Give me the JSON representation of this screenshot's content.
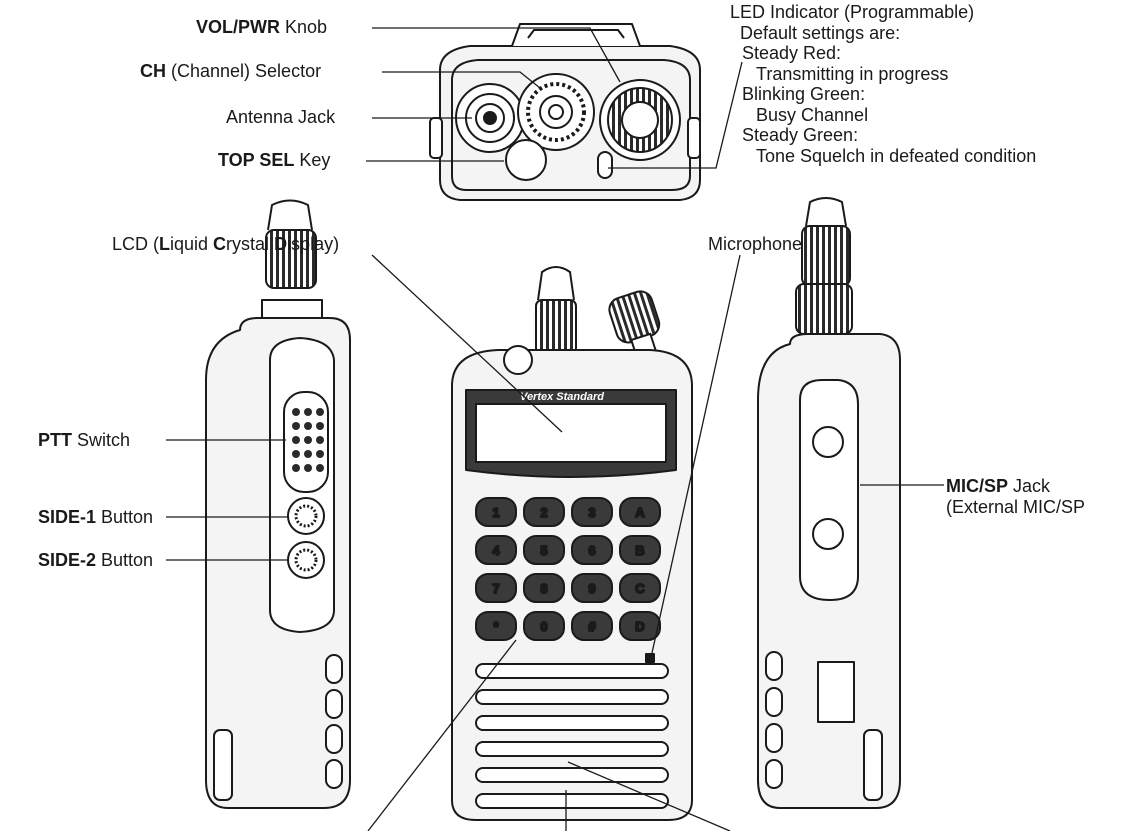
{
  "title": "",
  "labels": {
    "vol_pwr": {
      "bold": "VOL/PWR",
      "rest": " Knob"
    },
    "ch": {
      "bold": "CH",
      "rest": " (Channel) Selector"
    },
    "antenna": {
      "rest": "Antenna Jack"
    },
    "top_sel": {
      "bold": "TOP SEL",
      "rest": " Key"
    },
    "lcd": {
      "rest": "LCD (",
      "bold": "L",
      "rest2": "iquid ",
      "bold2": "C",
      "rest3": "rystal ",
      "bold3": "D",
      "rest4": "isplay)"
    },
    "microphone": {
      "rest": "Microphone"
    },
    "ptt": {
      "bold": "PTT",
      "rest": " Switch"
    },
    "side1": {
      "bold": "SIDE-1",
      "rest": " Button"
    },
    "side2": {
      "bold": "SIDE-2",
      "rest": " Button"
    },
    "mic_sp": {
      "bold": "MIC/SP",
      "rest": " Jack",
      "line2": "(External MIC/SP"
    }
  },
  "led": {
    "title": "LED Indicator (Programmable)",
    "default": "Default settings are:",
    "items": [
      {
        "state": "Steady Red:",
        "meaning": "Transmitting in progress"
      },
      {
        "state": "Blinking Green:",
        "meaning": "Busy Channel"
      },
      {
        "state": "Steady Green:",
        "meaning": "Tone Squelch in defeated condition"
      }
    ]
  },
  "device": {
    "brand": "Vertex Standard"
  },
  "keypad": [
    "1",
    "2",
    "3",
    "A",
    "4",
    "5",
    "6",
    "B",
    "7",
    "8",
    "9",
    "C",
    "*",
    "0",
    "#",
    "D"
  ],
  "colors": {
    "ink": "#1a1a1a",
    "body": "#f2f2f2",
    "dark": "#3a3a3a"
  }
}
